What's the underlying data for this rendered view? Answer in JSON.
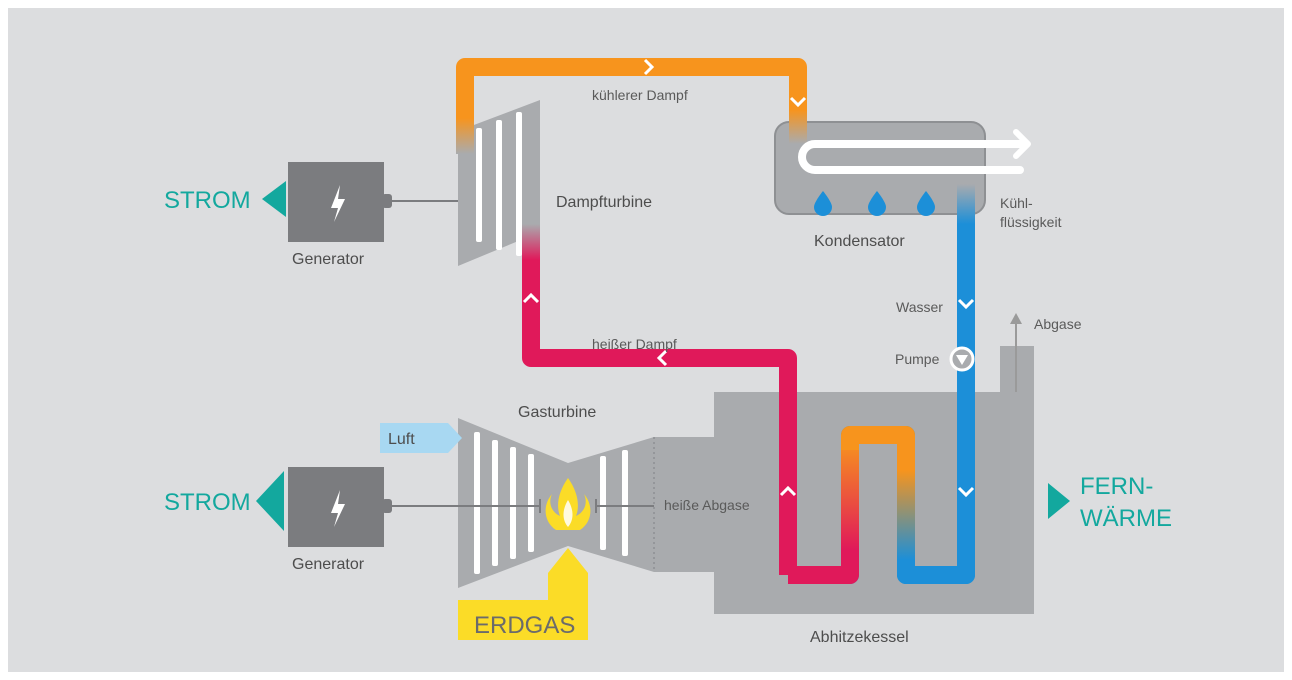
{
  "colors": {
    "background": "#dcdddf",
    "machine": "#a9abae",
    "generator": "#7b7c7f",
    "hot_steam": "#e0195a",
    "cool_steam": "#f7941d",
    "water": "#1c8fd8",
    "teal": "#13a89e",
    "gas": "#fbdc27",
    "air": "#a8d8f2"
  },
  "labels": {
    "strom_top": "STROM",
    "strom_bottom": "STROM",
    "generator_top": "Generator",
    "generator_bottom": "Generator",
    "dampfturbine": "Dampfturbine",
    "kuehlerer_dampf": "kühlerer Dampf",
    "kondensator": "Kondensator",
    "kuehl_line1": "Kühl-",
    "kuehl_line2": "flüssigkeit",
    "wasser": "Wasser",
    "pumpe": "Pumpe",
    "abgase": "Abgase",
    "heisser_dampf": "heißer Dampf",
    "gasturbine": "Gasturbine",
    "luft": "Luft",
    "heisse_abgase": "heiße Abgase",
    "fernwaerme_line1": "FERN-",
    "fernwaerme_line2": "WÄRME",
    "erdgas": "ERDGAS",
    "abhitzekessel": "Abhitzekessel"
  },
  "icons": {
    "lightning": "lightning-icon",
    "droplet": "water-drop-icon",
    "flame": "flame-icon",
    "pump": "pump-icon"
  }
}
